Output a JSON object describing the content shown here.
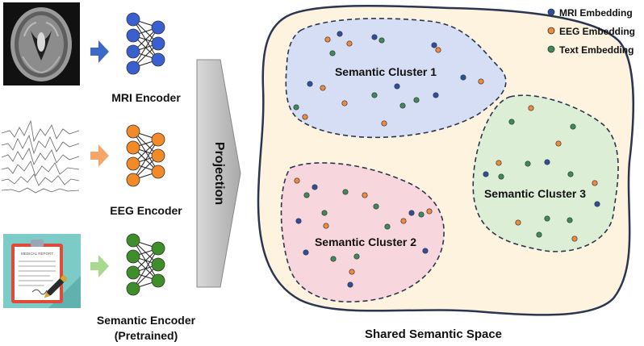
{
  "encoders": {
    "mri_label": "MRI Encoder",
    "eeg_label": "EEG Encoder",
    "semantic_label": "Semantic Encoder",
    "semantic_sublabel": "(Pretrained)",
    "report_title": "MEDICAL REPORT"
  },
  "projection_label": "Projection",
  "space_label": "Shared Semantic Space",
  "clusters": {
    "c1": "Semantic Cluster 1",
    "c2": "Semantic Cluster 2",
    "c3": "Semantic Cluster 3"
  },
  "legend": [
    {
      "label": "MRI Embedding",
      "color": "#2f4f9e"
    },
    {
      "label": "EEG Embedding",
      "color": "#f08a3c"
    },
    {
      "label": "Text Embedding",
      "color": "#3d8a5a"
    }
  ],
  "colors": {
    "mri_node": "#3a5fd0",
    "eeg_node": "#f28a28",
    "text_node": "#3e8e2a",
    "space_fill": "#fdf3df",
    "cluster1_fill": "#d6def5",
    "cluster2_fill": "#f8d6dd",
    "cluster3_fill": "#dcefd6",
    "outline": "#2b3550"
  }
}
